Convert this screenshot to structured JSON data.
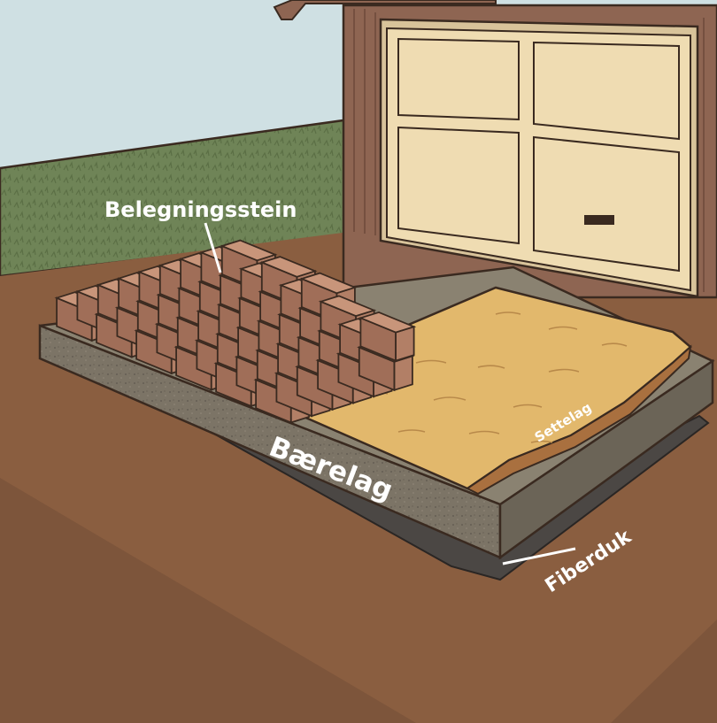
{
  "labels": {
    "paving_stone": "Belegningsstein",
    "base_layer": "Bærelag",
    "setting_layer": "Settelag",
    "geotextile": "Fiberduk"
  },
  "colors": {
    "sky": "#cfe0e3",
    "hedge": "#6f8457",
    "ground": "#8a5e40",
    "ground_dark": "#6f4a30",
    "garage_wall": "#8e6552",
    "garage_door": "#efdcb2",
    "sand": "#e2b86c",
    "base_gravel": "#7c7466",
    "geotextile": "#4b4744",
    "paver": "#c8957a",
    "outline": "#3a2a20",
    "label": "#ffffff"
  }
}
